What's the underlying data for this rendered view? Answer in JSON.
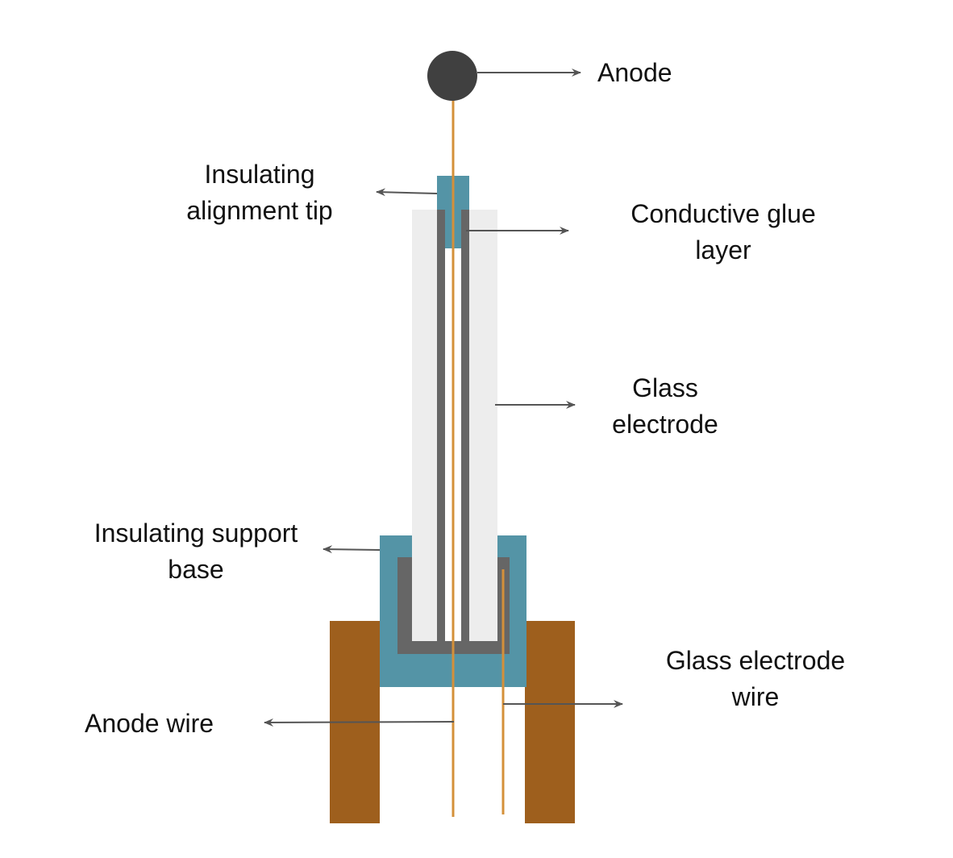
{
  "labels": {
    "anode": "Anode",
    "alignment_tip": [
      "Insulating",
      "alignment tip"
    ],
    "glue_layer": [
      "Conductive glue",
      "layer"
    ],
    "glass_electrode": [
      "Glass",
      "electrode"
    ],
    "support_base": [
      "Insulating support",
      "base"
    ],
    "anode_wire": "Anode wire",
    "glass_electrode_wire": [
      "Glass electrode",
      "wire"
    ]
  },
  "colors": {
    "anode": "#404040",
    "wire": "#D4903A",
    "insulator": "#5494A6",
    "glue": "#666666",
    "glass": "#EDEDED",
    "holder": "#9E5F1D",
    "arrow": "#555555"
  }
}
